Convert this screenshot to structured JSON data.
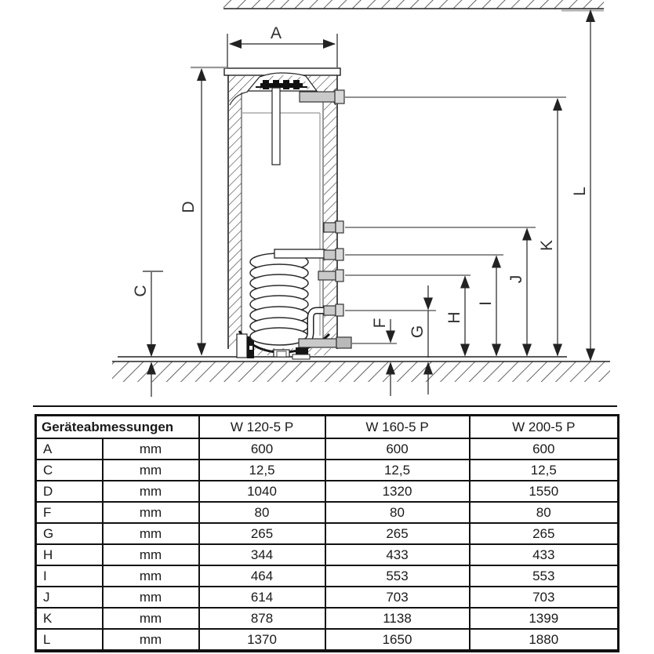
{
  "diagram": {
    "dimension_labels": {
      "A": "A",
      "C": "C",
      "D": "D",
      "F": "F",
      "G": "G",
      "H": "H",
      "I": "I",
      "J": "J",
      "K": "K",
      "L": "L"
    }
  },
  "table": {
    "header": {
      "title": "Geräteabmessungen",
      "models": [
        "W 120-5 P",
        "W 160-5 P",
        "W 200-5 P"
      ]
    },
    "rows": [
      {
        "dim": "A",
        "unit": "mm",
        "values": [
          "600",
          "600",
          "600"
        ]
      },
      {
        "dim": "C",
        "unit": "mm",
        "values": [
          "12,5",
          "12,5",
          "12,5"
        ]
      },
      {
        "dim": "D",
        "unit": "mm",
        "values": [
          "1040",
          "1320",
          "1550"
        ]
      },
      {
        "dim": "F",
        "unit": "mm",
        "values": [
          "80",
          "80",
          "80"
        ]
      },
      {
        "dim": "G",
        "unit": "mm",
        "values": [
          "265",
          "265",
          "265"
        ]
      },
      {
        "dim": "H",
        "unit": "mm",
        "values": [
          "344",
          "433",
          "433"
        ]
      },
      {
        "dim": "I",
        "unit": "mm",
        "values": [
          "464",
          "553",
          "553"
        ]
      },
      {
        "dim": "J",
        "unit": "mm",
        "values": [
          "614",
          "703",
          "703"
        ]
      },
      {
        "dim": "K",
        "unit": "mm",
        "values": [
          "878",
          "1138",
          "1399"
        ]
      },
      {
        "dim": "L",
        "unit": "mm",
        "values": [
          "1370",
          "1650",
          "1880"
        ]
      }
    ]
  },
  "colors": {
    "line": "#2a2a2a",
    "gray_line": "#9a9a9a",
    "fitting_fill": "#c9c9c9",
    "table_border": "#121212"
  }
}
